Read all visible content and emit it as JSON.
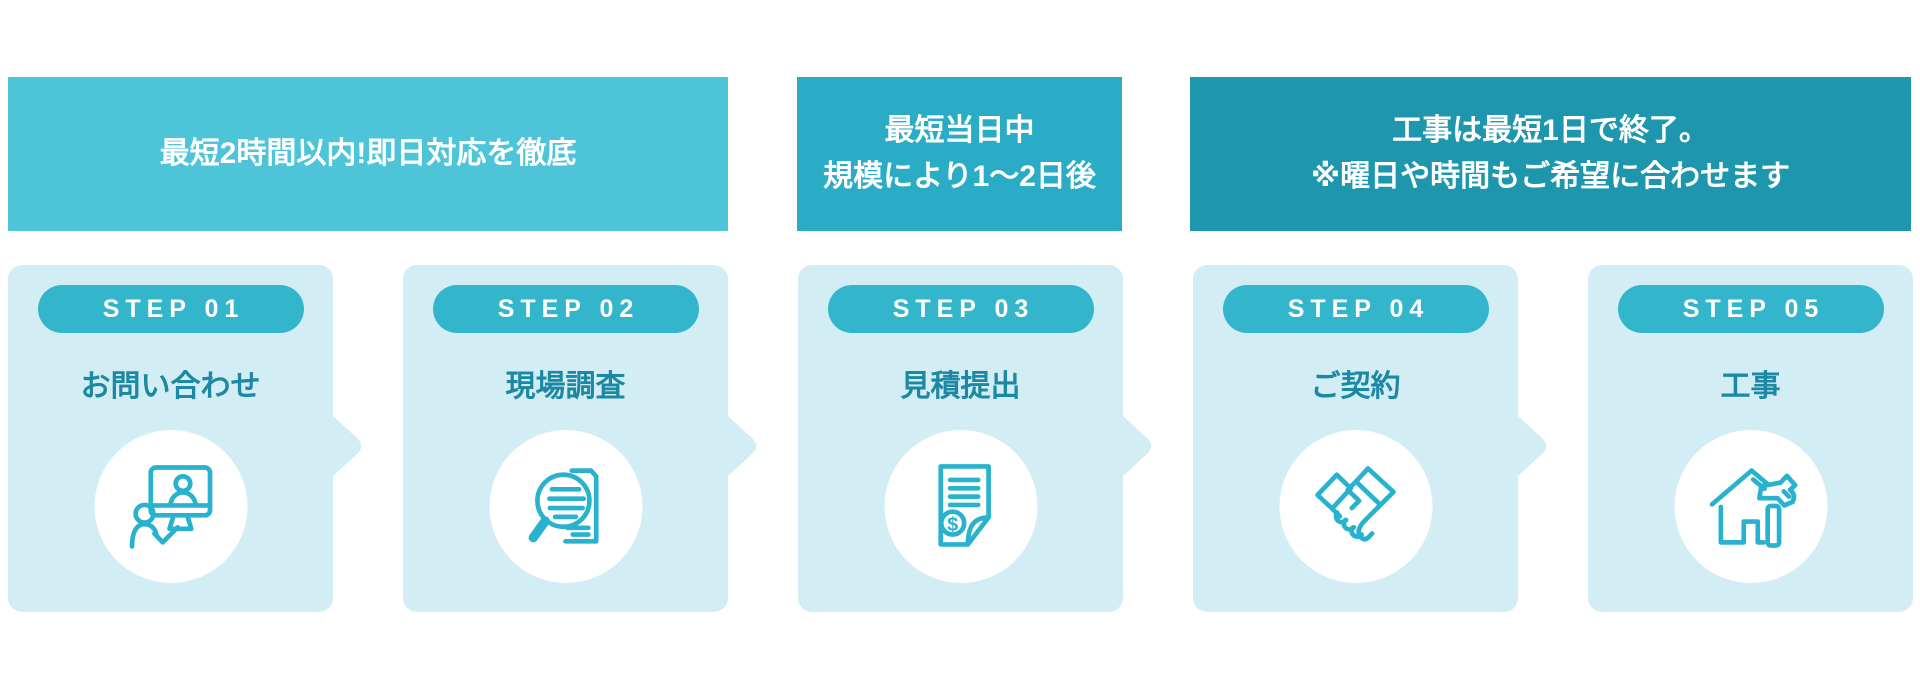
{
  "page": {
    "background": "#ffffff"
  },
  "colors": {
    "banner1_bg": "#4ec4d9",
    "banner2_bg": "#2aacc6",
    "banner3_bg": "#1d96ae",
    "card_bg": "#d3edf5",
    "pill_bg": "#33b5cb",
    "title_color": "#1b89a3",
    "icon_color": "#29b2ce",
    "banner_text_color": "#ffffff"
  },
  "banners": [
    {
      "covers": "steps 1-2",
      "lines": [
        "最短2時間以内!即日対応を徹底"
      ]
    },
    {
      "covers": "step 3",
      "lines": [
        "最短当日中",
        "規模により1〜2日後"
      ]
    },
    {
      "covers": "steps 4-5",
      "lines": [
        "工事は最短1日で終了。",
        "※曜日や時間もご希望に合わせます"
      ]
    }
  ],
  "steps": [
    {
      "badge": "STEP 01",
      "title": "お問い合わせ",
      "icon": "online-consultation-icon"
    },
    {
      "badge": "STEP 02",
      "title": "現場調査",
      "icon": "site-survey-magnifier-icon"
    },
    {
      "badge": "STEP 03",
      "title": "見積提出",
      "icon": "estimate-document-icon"
    },
    {
      "badge": "STEP 04",
      "title": "ご契約",
      "icon": "handshake-icon"
    },
    {
      "badge": "STEP 05",
      "title": "工事",
      "icon": "house-hammer-icon"
    }
  ],
  "arrow_icon": "chevron-right"
}
